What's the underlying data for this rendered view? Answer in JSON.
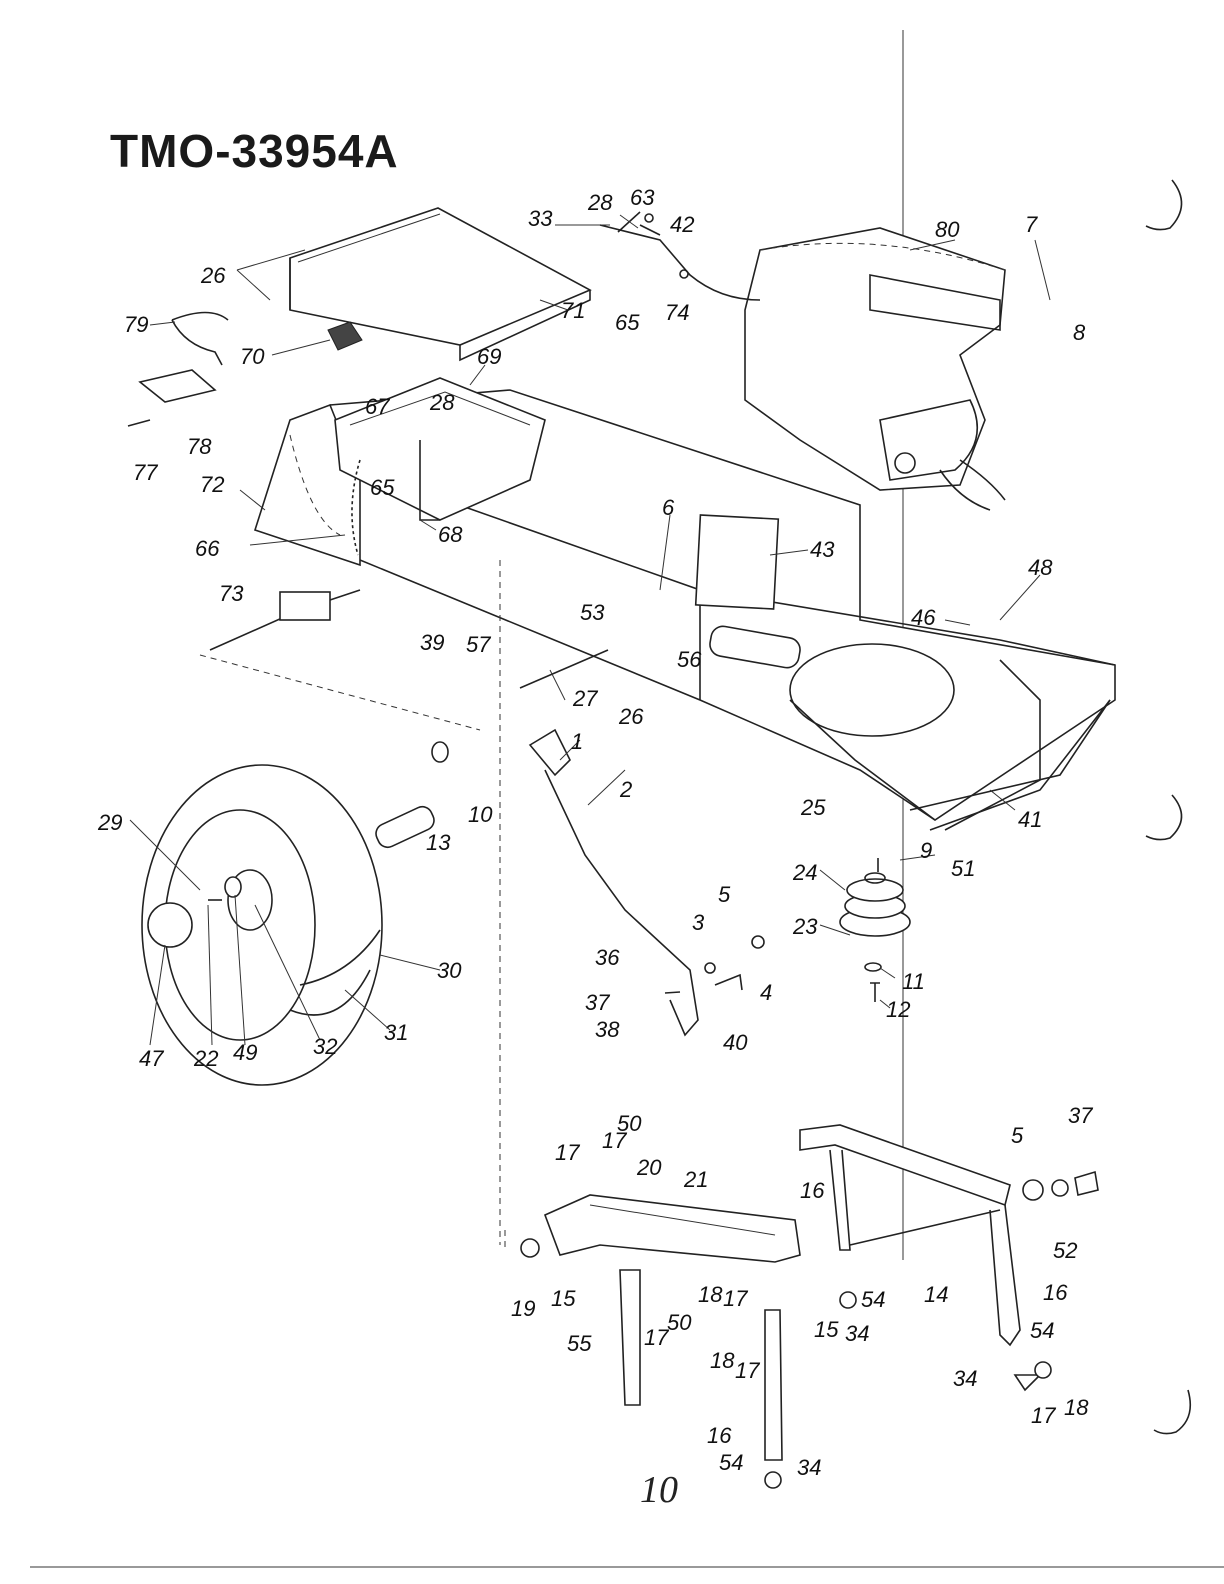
{
  "document": {
    "model_number": "TMO-33954A",
    "page_number": "10"
  },
  "colors": {
    "ink": "#222222",
    "paper": "#ffffff"
  },
  "callouts": [
    {
      "id": "c1",
      "label": "1"
    },
    {
      "id": "c2",
      "label": "2"
    },
    {
      "id": "c3",
      "label": "3"
    },
    {
      "id": "c4",
      "label": "4"
    },
    {
      "id": "c5a",
      "label": "5"
    },
    {
      "id": "c5b",
      "label": "5"
    },
    {
      "id": "c6",
      "label": "6"
    },
    {
      "id": "c7",
      "label": "7"
    },
    {
      "id": "c8",
      "label": "8"
    },
    {
      "id": "c9",
      "label": "9"
    },
    {
      "id": "c10",
      "label": "10"
    },
    {
      "id": "c11",
      "label": "11"
    },
    {
      "id": "c12",
      "label": "12"
    },
    {
      "id": "c13",
      "label": "13"
    },
    {
      "id": "c14",
      "label": "14"
    },
    {
      "id": "c15a",
      "label": "15"
    },
    {
      "id": "c15b",
      "label": "15"
    },
    {
      "id": "c16a",
      "label": "16"
    },
    {
      "id": "c16b",
      "label": "16"
    },
    {
      "id": "c16c",
      "label": "16"
    },
    {
      "id": "c17a",
      "label": "17"
    },
    {
      "id": "c17b",
      "label": "17"
    },
    {
      "id": "c17c",
      "label": "17"
    },
    {
      "id": "c17d",
      "label": "17"
    },
    {
      "id": "c17e",
      "label": "17"
    },
    {
      "id": "c17f",
      "label": "17"
    },
    {
      "id": "c18a",
      "label": "18"
    },
    {
      "id": "c18b",
      "label": "18"
    },
    {
      "id": "c18c",
      "label": "18"
    },
    {
      "id": "c19",
      "label": "19"
    },
    {
      "id": "c20",
      "label": "20"
    },
    {
      "id": "c21",
      "label": "21"
    },
    {
      "id": "c22",
      "label": "22"
    },
    {
      "id": "c23",
      "label": "23"
    },
    {
      "id": "c24",
      "label": "24"
    },
    {
      "id": "c25",
      "label": "25"
    },
    {
      "id": "c26a",
      "label": "26"
    },
    {
      "id": "c26b",
      "label": "26"
    },
    {
      "id": "c27",
      "label": "27"
    },
    {
      "id": "c28a",
      "label": "28"
    },
    {
      "id": "c28b",
      "label": "28"
    },
    {
      "id": "c29",
      "label": "29"
    },
    {
      "id": "c30",
      "label": "30"
    },
    {
      "id": "c31",
      "label": "31"
    },
    {
      "id": "c32",
      "label": "32"
    },
    {
      "id": "c33",
      "label": "33"
    },
    {
      "id": "c34a",
      "label": "34"
    },
    {
      "id": "c34b",
      "label": "34"
    },
    {
      "id": "c34c",
      "label": "34"
    },
    {
      "id": "c36",
      "label": "36"
    },
    {
      "id": "c37a",
      "label": "37"
    },
    {
      "id": "c37b",
      "label": "37"
    },
    {
      "id": "c38",
      "label": "38"
    },
    {
      "id": "c39",
      "label": "39"
    },
    {
      "id": "c40",
      "label": "40"
    },
    {
      "id": "c41",
      "label": "41"
    },
    {
      "id": "c42",
      "label": "42"
    },
    {
      "id": "c43",
      "label": "43"
    },
    {
      "id": "c46",
      "label": "46"
    },
    {
      "id": "c47",
      "label": "47"
    },
    {
      "id": "c48",
      "label": "48"
    },
    {
      "id": "c49",
      "label": "49"
    },
    {
      "id": "c50a",
      "label": "50"
    },
    {
      "id": "c50b",
      "label": "50"
    },
    {
      "id": "c51",
      "label": "51"
    },
    {
      "id": "c52",
      "label": "52"
    },
    {
      "id": "c53",
      "label": "53"
    },
    {
      "id": "c54a",
      "label": "54"
    },
    {
      "id": "c54b",
      "label": "54"
    },
    {
      "id": "c54c",
      "label": "54"
    },
    {
      "id": "c55",
      "label": "55"
    },
    {
      "id": "c56",
      "label": "56"
    },
    {
      "id": "c57",
      "label": "57"
    },
    {
      "id": "c63",
      "label": "63"
    },
    {
      "id": "c65a",
      "label": "65"
    },
    {
      "id": "c65b",
      "label": "65"
    },
    {
      "id": "c66",
      "label": "66"
    },
    {
      "id": "c67",
      "label": "67"
    },
    {
      "id": "c68",
      "label": "68"
    },
    {
      "id": "c69",
      "label": "69"
    },
    {
      "id": "c70",
      "label": "70"
    },
    {
      "id": "c71",
      "label": "71"
    },
    {
      "id": "c72",
      "label": "72"
    },
    {
      "id": "c73",
      "label": "73"
    },
    {
      "id": "c74",
      "label": "74"
    },
    {
      "id": "c77",
      "label": "77"
    },
    {
      "id": "c78",
      "label": "78"
    },
    {
      "id": "c79",
      "label": "79"
    },
    {
      "id": "c80",
      "label": "80"
    }
  ]
}
